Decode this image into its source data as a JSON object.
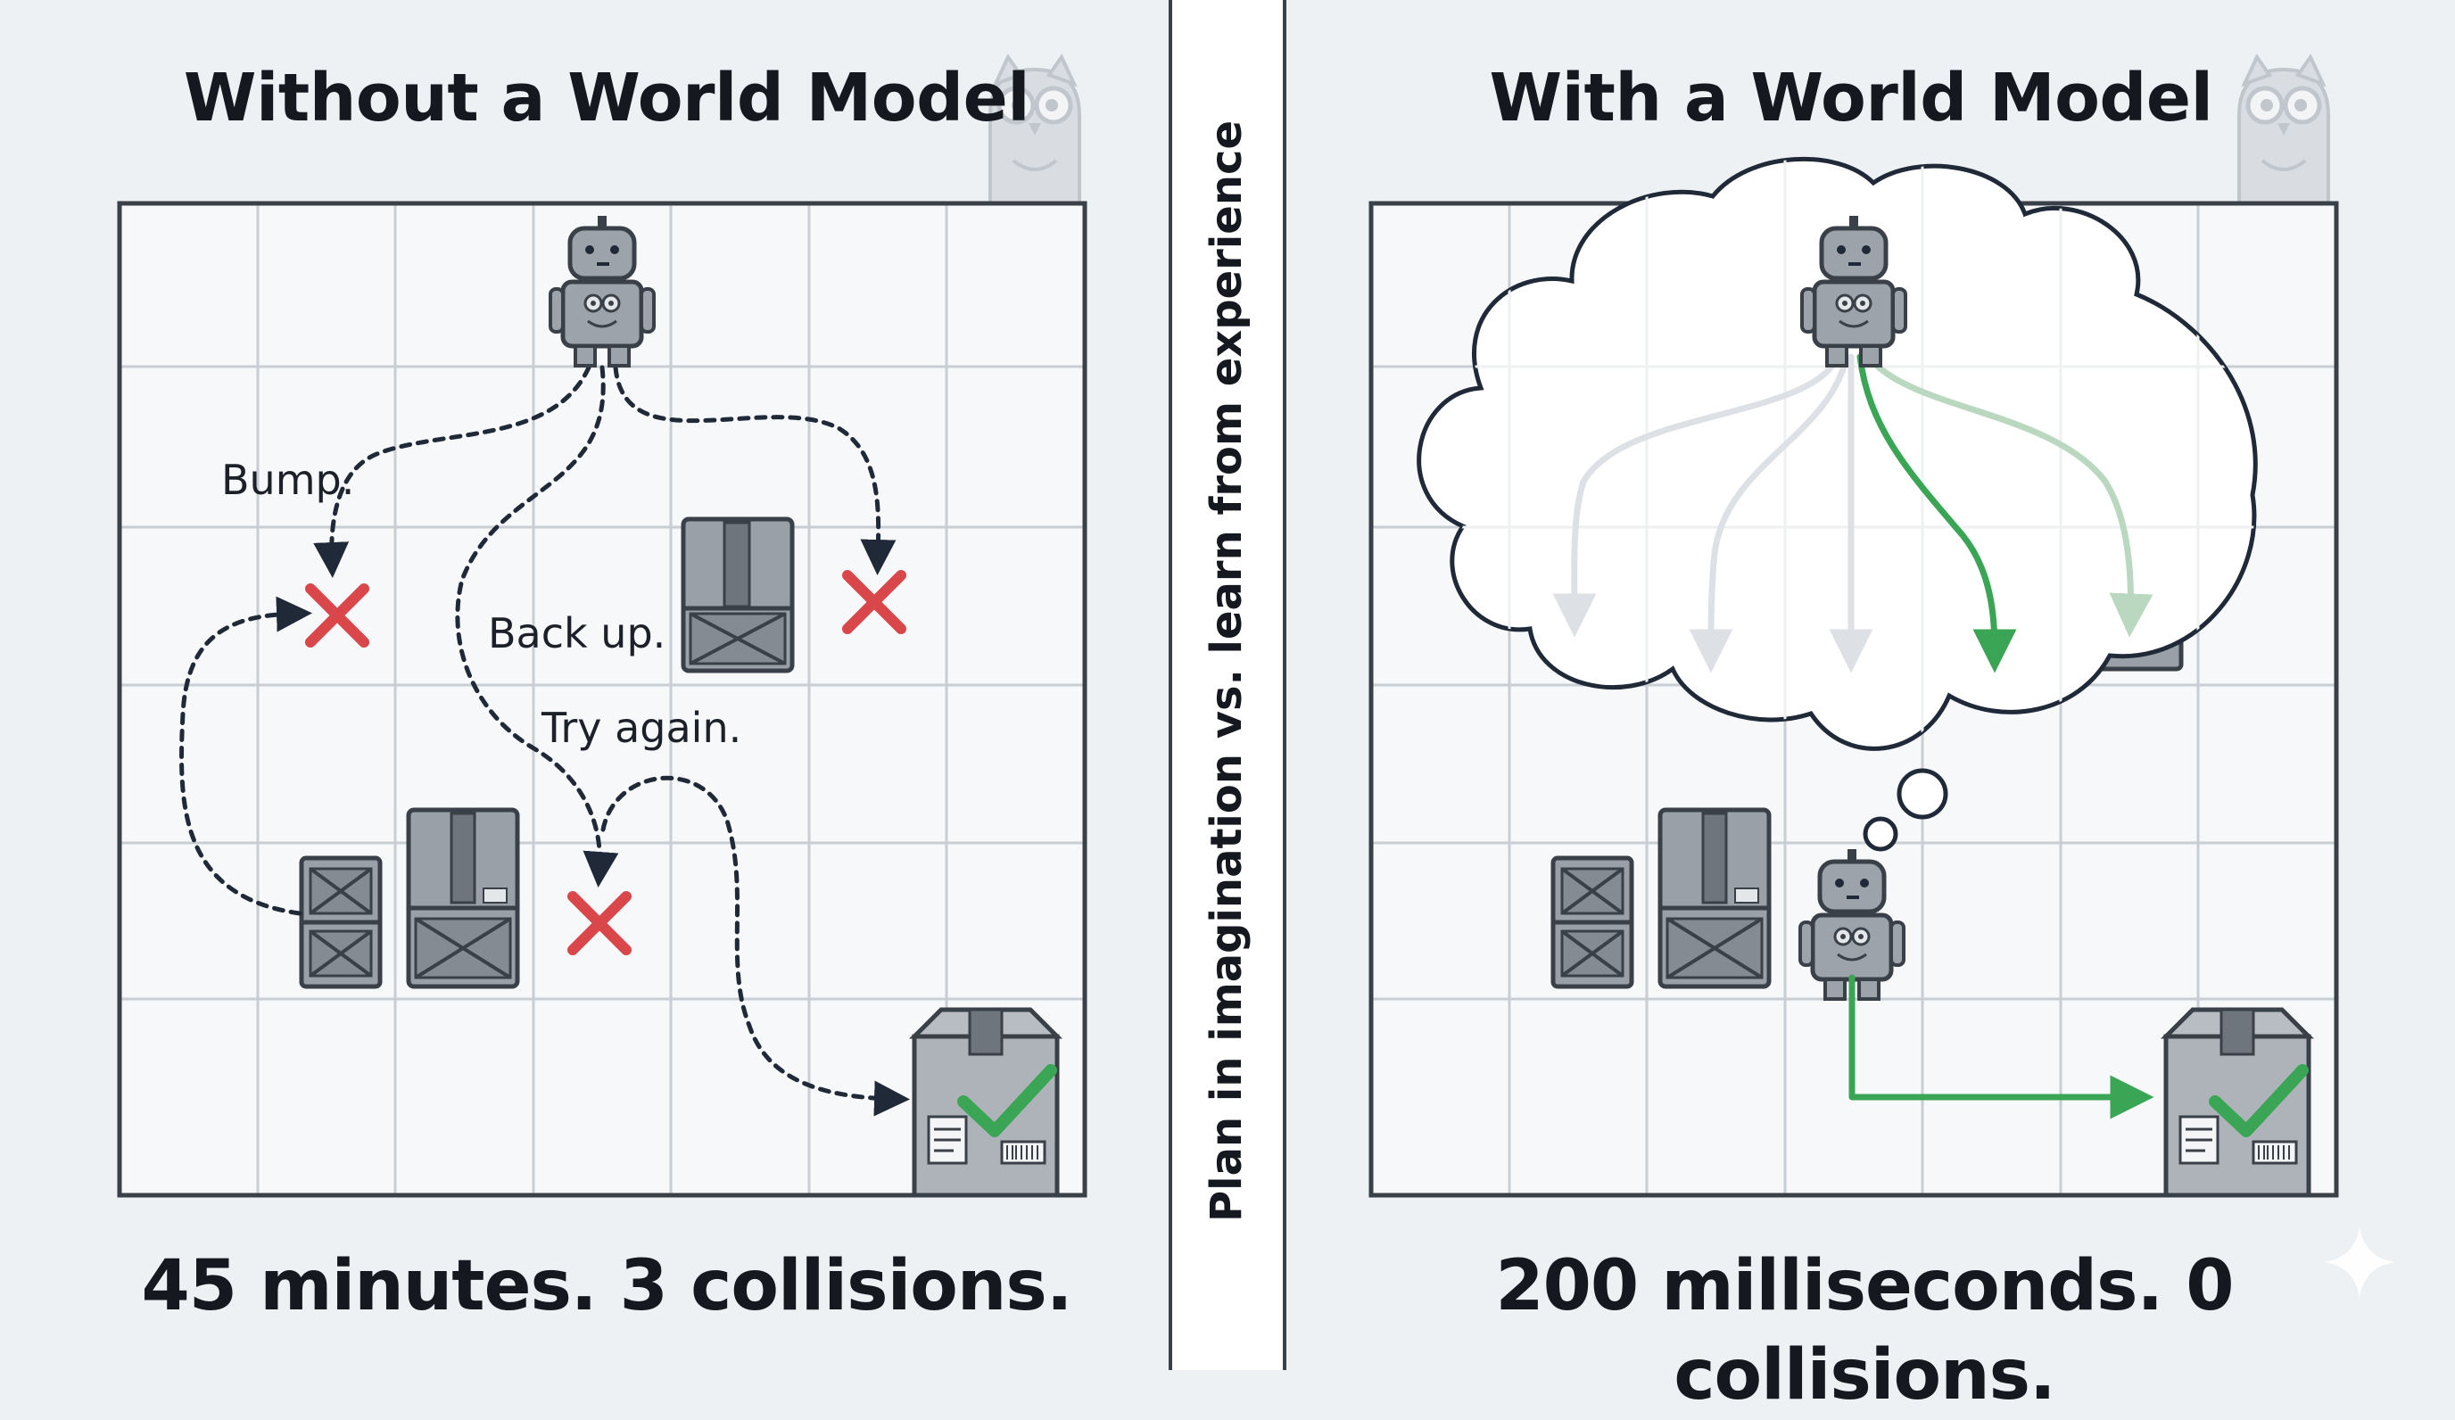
{
  "panels": {
    "left": {
      "title": "Without a World Model",
      "notes": {
        "bump": "Bump.",
        "back_up": "Back up.",
        "try_again": "Try again."
      },
      "result": "45 minutes. 3 collisions."
    },
    "right": {
      "title": "With a World Model",
      "result": "200 milliseconds. 0 collisions."
    }
  },
  "divider_caption": "Plan in imagination vs. learn from experience",
  "colors": {
    "background": "#eef1f4",
    "grid_fill": "#f7f8f9",
    "grid_line": "#c9ced4",
    "frame": "#3a4048",
    "path_dark": "#1f2937",
    "collision_red": "#d9474b",
    "success_green": "#3aa655",
    "imagined_gray": "#dfe3e8",
    "robot_gray": "#9ca3ab",
    "crate_gray": "#8b9198"
  },
  "icons": [
    "robot-icon",
    "crate-icon",
    "collision-x-icon",
    "delivery-box-icon",
    "checkmark-icon",
    "owl-mascot-icon",
    "thought-cloud-icon",
    "sparkle-icon"
  ]
}
